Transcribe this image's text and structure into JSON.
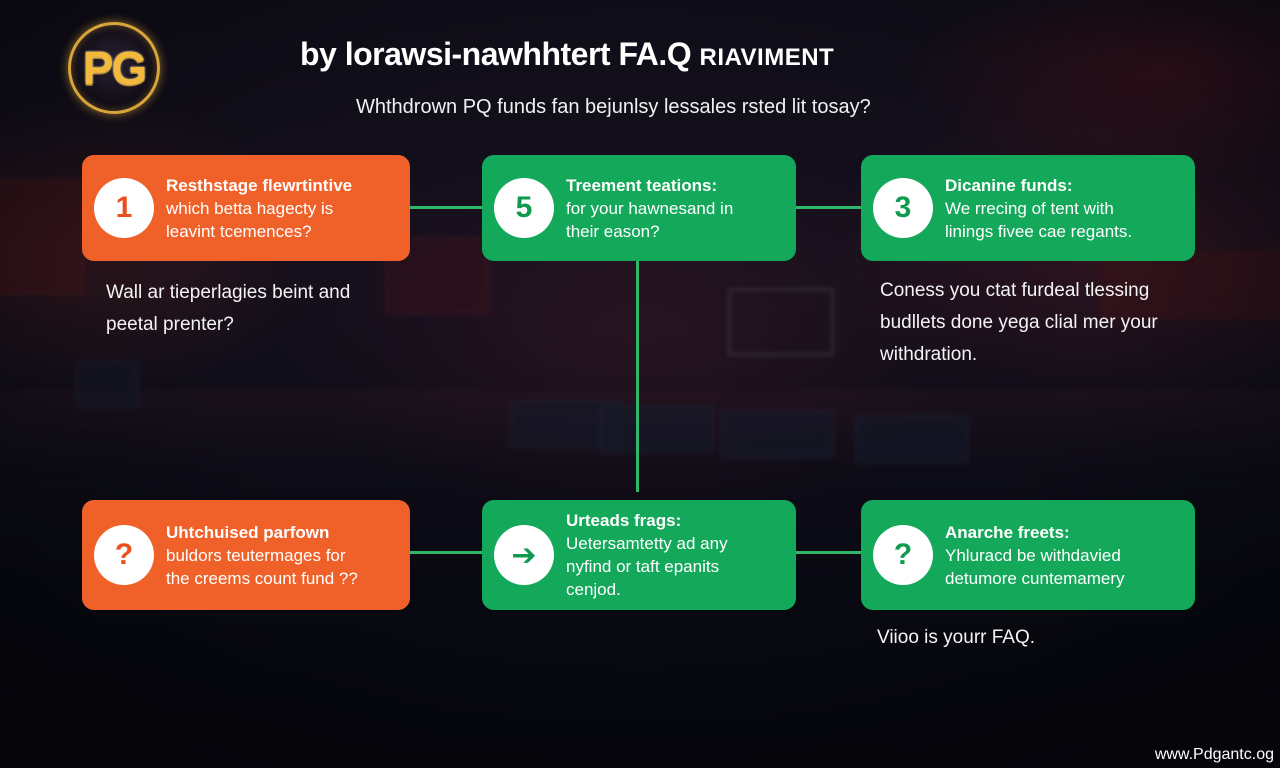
{
  "logo": {
    "text": "PG"
  },
  "header": {
    "title": "by lorawsi-nawhhtert FA.Q",
    "title_suffix": "RIAVIMENT",
    "subtitle": "Whthdrown PQ funds fan bejunlsy lessales rsted lit tosay?"
  },
  "cards": [
    {
      "badge": "1",
      "title": "Resthstage flewrtintive",
      "lines": [
        "which betta hagecty is",
        "leavint tcemences?"
      ]
    },
    {
      "badge": "5",
      "title": "Treement teations:",
      "lines": [
        "for your hawnesand in",
        "their eason?"
      ]
    },
    {
      "badge": "3",
      "title": "Dicanine funds:",
      "lines": [
        "We rrecing of tent with",
        "linings fivee cae regants."
      ]
    },
    {
      "badge": "?",
      "title": "Uhtchuised parfown",
      "lines": [
        "buldors teutermages for",
        "the creems count fund ??"
      ]
    },
    {
      "badge": "➔",
      "title": "Urteads frags:",
      "lines": [
        "Uetersamtetty ad any",
        "nyfind or taft epanits",
        "cenjod."
      ]
    },
    {
      "badge": "?",
      "title": "Anarche freets:",
      "lines": [
        "Yhluracd be withdavied",
        "detumore cuntemamery"
      ]
    }
  ],
  "notes": {
    "left": [
      "Wall ar tieperlagies beint and",
      "peetal prenter?"
    ],
    "right": [
      "Coness you ctat furdeal tlessing",
      "budllets done yega clial mer your",
      "withdration."
    ],
    "bottom": [
      "Viioo is yourr FAQ."
    ]
  },
  "footer": {
    "url": "www.Pdgantc.og"
  },
  "colors": {
    "orange": "#f0612a",
    "green": "#13a85a",
    "connector": "#2fb86a",
    "logo_gold": "#f2b93a"
  },
  "icons": {
    "card_5": "arrow-right-icon"
  }
}
